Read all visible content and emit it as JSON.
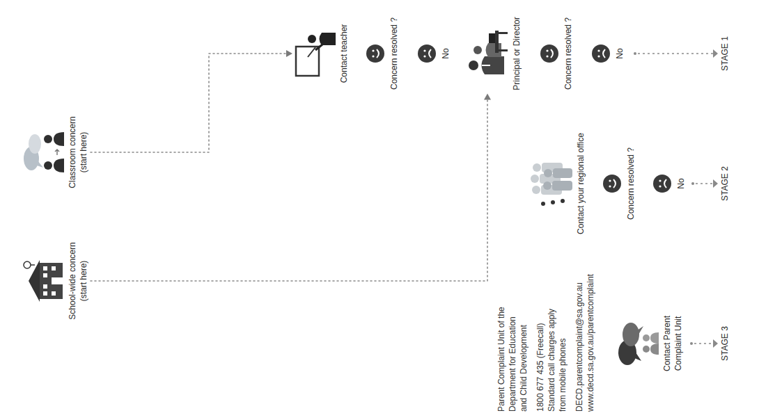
{
  "diagram": {
    "nodes": [
      {
        "text": [
          "Classroom concern (start here)"
        ]
      },
      {
        "text": [
          "School-wide concern (start here)"
        ]
      },
      {
        "text": [
          "Contact teacher"
        ]
      },
      {
        "text": [
          "Concern resolved ?"
        ]
      },
      {
        "text": [
          "No"
        ]
      },
      {
        "text": [
          "Principal or Director"
        ]
      },
      {
        "text": [
          "Concern resolved ?"
        ]
      },
      {
        "text": [
          "No"
        ]
      },
      {
        "text": [
          "Contact your regional office"
        ]
      },
      {
        "text": [
          "Concern resolved ?"
        ]
      },
      {
        "text": [
          "No"
        ]
      },
      {
        "text": [
          "Contact Parent Complaint Unit"
        ]
      }
    ],
    "edges": [
      {
        "from": 0,
        "to": 2,
        "arrow": "to"
      },
      {
        "from": 1,
        "to": 5,
        "arrow": "to"
      }
    ],
    "labels": [
      "STAGE 1",
      "STAGE 2",
      "STAGE 3",
      "Parent Complaint Unit of the Department for Education and Child Development",
      "1800 677 435 (Freecall) Standard call charges apply from mobile phones",
      "DECD.parentcomplaint@sa.gov.au",
      "www.decd.sa.gov.au/parentcomplaint"
    ]
  }
}
